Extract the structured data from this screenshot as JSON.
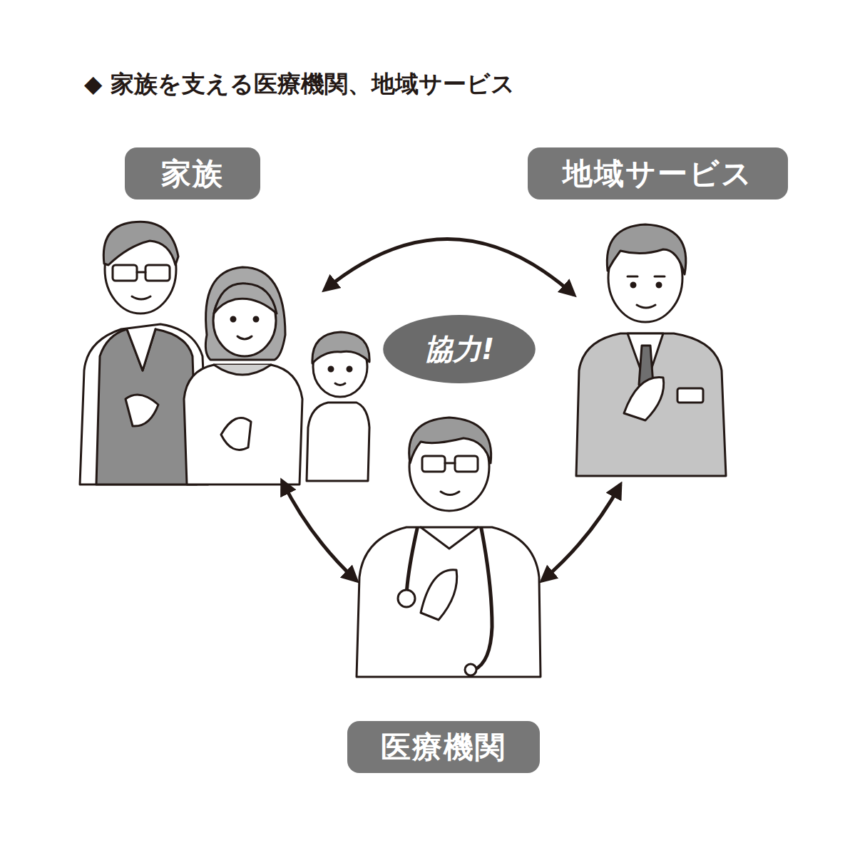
{
  "diagram": {
    "title": "◆ 家族を支える医療機関、地域サービス",
    "nodes": [
      {
        "text": [
          "家族"
        ]
      },
      {
        "text": [
          "地域サービス"
        ]
      },
      {
        "text": [
          "協力!"
        ]
      },
      {
        "text": [
          "医療機関"
        ]
      }
    ],
    "edges": [
      {
        "from": 0,
        "to": 1,
        "arrow": "both"
      },
      {
        "from": 0,
        "to": 3,
        "arrow": "both"
      },
      {
        "from": 1,
        "to": 3,
        "arrow": "both"
      }
    ]
  }
}
